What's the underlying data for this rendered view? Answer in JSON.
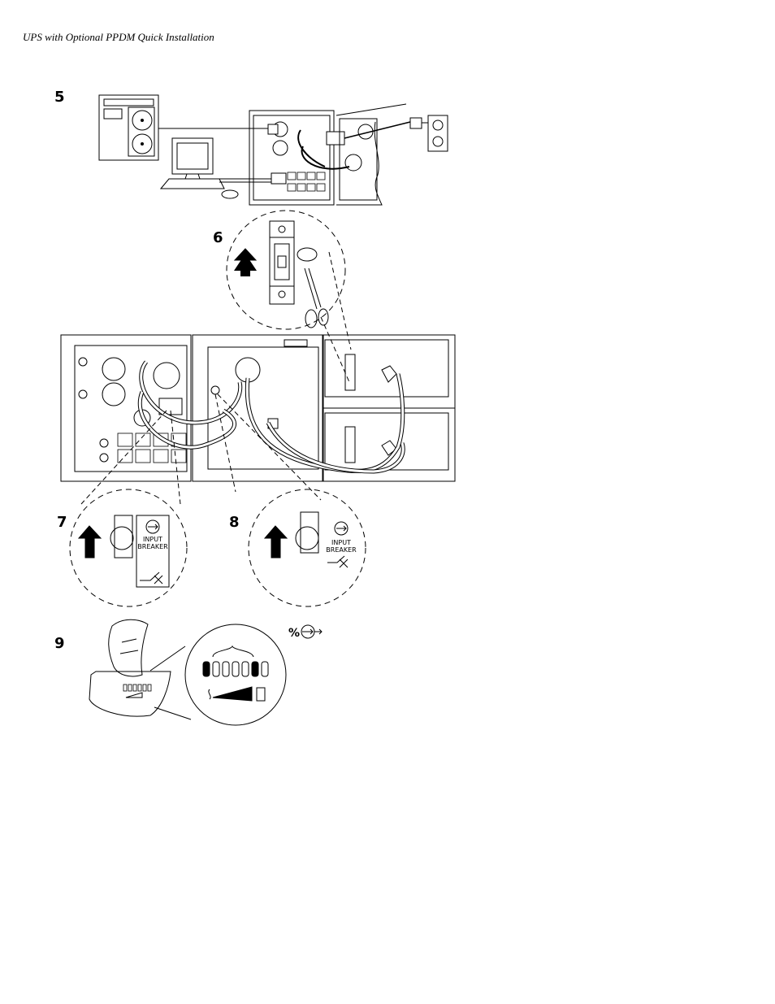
{
  "header": {
    "title": "UPS with Optional PPDM Quick Installation"
  },
  "steps": [
    "5",
    "6",
    "7",
    "8",
    "9"
  ],
  "labels": {
    "input_breaker_line1": "INPUT",
    "input_breaker_line2": "BREAKER",
    "percent": "%"
  }
}
